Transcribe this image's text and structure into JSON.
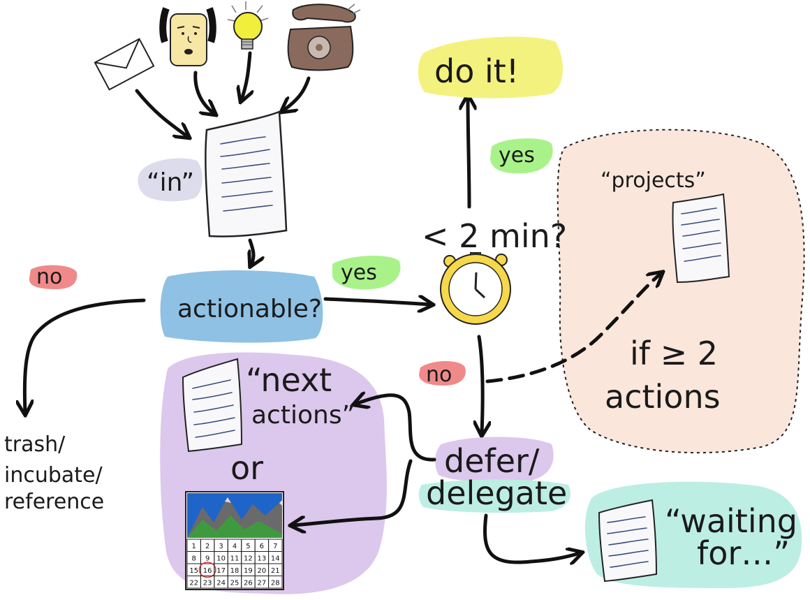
{
  "colors": {
    "in_bubble": "#dcdcec",
    "actionable_bubble": "#8ec1e4",
    "doit_bubble": "#f3f27e",
    "yes_badge": "#a9f28a",
    "no_badge": "#f08a8a",
    "projects_blob": "#fbe6dc",
    "next_actions_blob": "#dcc8ec",
    "waiting_blob": "#bdeee4",
    "defer_bubble": "#dcc8ec",
    "delegate_bubble": "#bdeee4",
    "clock_yellow": "#f6d84a",
    "phone_brown": "#8a6a5c",
    "face_yellow": "#f7e7a4"
  },
  "icons": [
    "envelope-icon",
    "person-face-icon",
    "lightbulb-icon",
    "telephone-icon",
    "document-icon",
    "alarm-clock-icon",
    "calendar-icon",
    "landscape-icon"
  ],
  "labels": {
    "in": "“in”",
    "actionable": "actionable?",
    "yes_right": "yes",
    "yes_up": "yes",
    "no_left": "no",
    "no_down": "no",
    "two_min": "< 2 min?",
    "doit": "do it!",
    "projects": "“projects”",
    "if_ge_2": "if ≥ 2",
    "actions": "actions",
    "next_actions_line1": "“next",
    "next_actions_line2": "actions”",
    "or": "or",
    "defer": "defer/",
    "delegate": "delegate",
    "waiting_line1": "“waiting",
    "waiting_line2": "for…”",
    "trash_line1": "trash/",
    "trash_line2": "incubate/",
    "trash_line3": "reference"
  },
  "calendar": {
    "rows": [
      [
        "1",
        "2",
        "3",
        "4",
        "5",
        "6",
        "7"
      ],
      [
        "8",
        "9",
        "10",
        "11",
        "12",
        "13",
        "14"
      ],
      [
        "15",
        "16",
        "17",
        "18",
        "19",
        "20",
        "21"
      ],
      [
        "22",
        "23",
        "24",
        "25",
        "26",
        "27",
        "28"
      ]
    ],
    "circled": "16"
  }
}
